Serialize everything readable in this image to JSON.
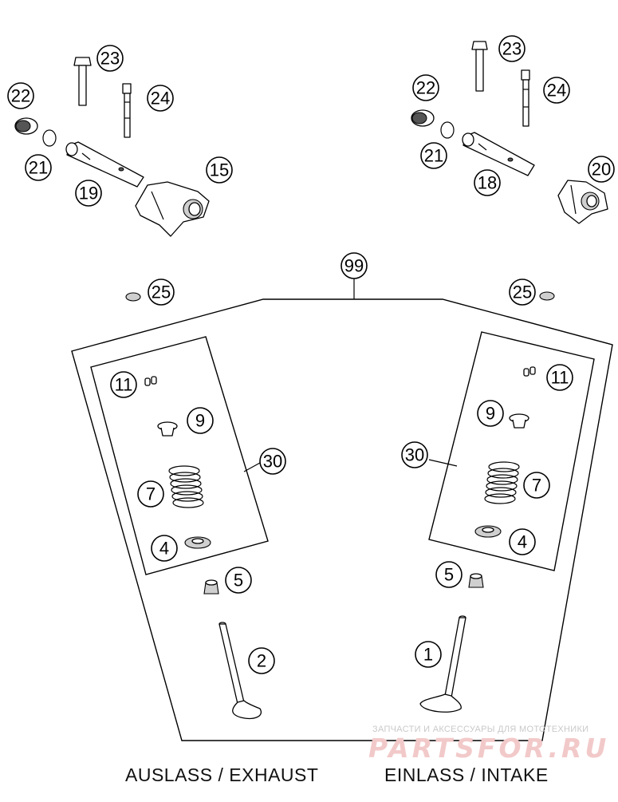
{
  "callouts": {
    "c23_left": "23",
    "c24_left": "24",
    "c22_left": "22",
    "c21_left": "21",
    "c19": "19",
    "c15": "15",
    "c23_right": "23",
    "c24_right": "24",
    "c22_right": "22",
    "c21_right": "21",
    "c18": "18",
    "c20": "20",
    "c99": "99",
    "c25_left": "25",
    "c25_right": "25",
    "c11_left": "11",
    "c9_left": "9",
    "c7_left": "7",
    "c4_left": "4",
    "c30_left": "30",
    "c5_left": "5",
    "c2": "2",
    "c11_right": "11",
    "c9_right": "9",
    "c7_right": "7",
    "c4_right": "4",
    "c30_right": "30",
    "c5_right": "5",
    "c1": "1"
  },
  "captions": {
    "exhaust": "AUSLASS / EXHAUST",
    "intake": "EINLASS / INTAKE"
  },
  "watermark": {
    "tagline": "ЗАПЧАСТИ И АКСЕССУАРЫ ДЛЯ МОТОТЕХНИКИ",
    "brand": "PARTSFOR.RU"
  }
}
